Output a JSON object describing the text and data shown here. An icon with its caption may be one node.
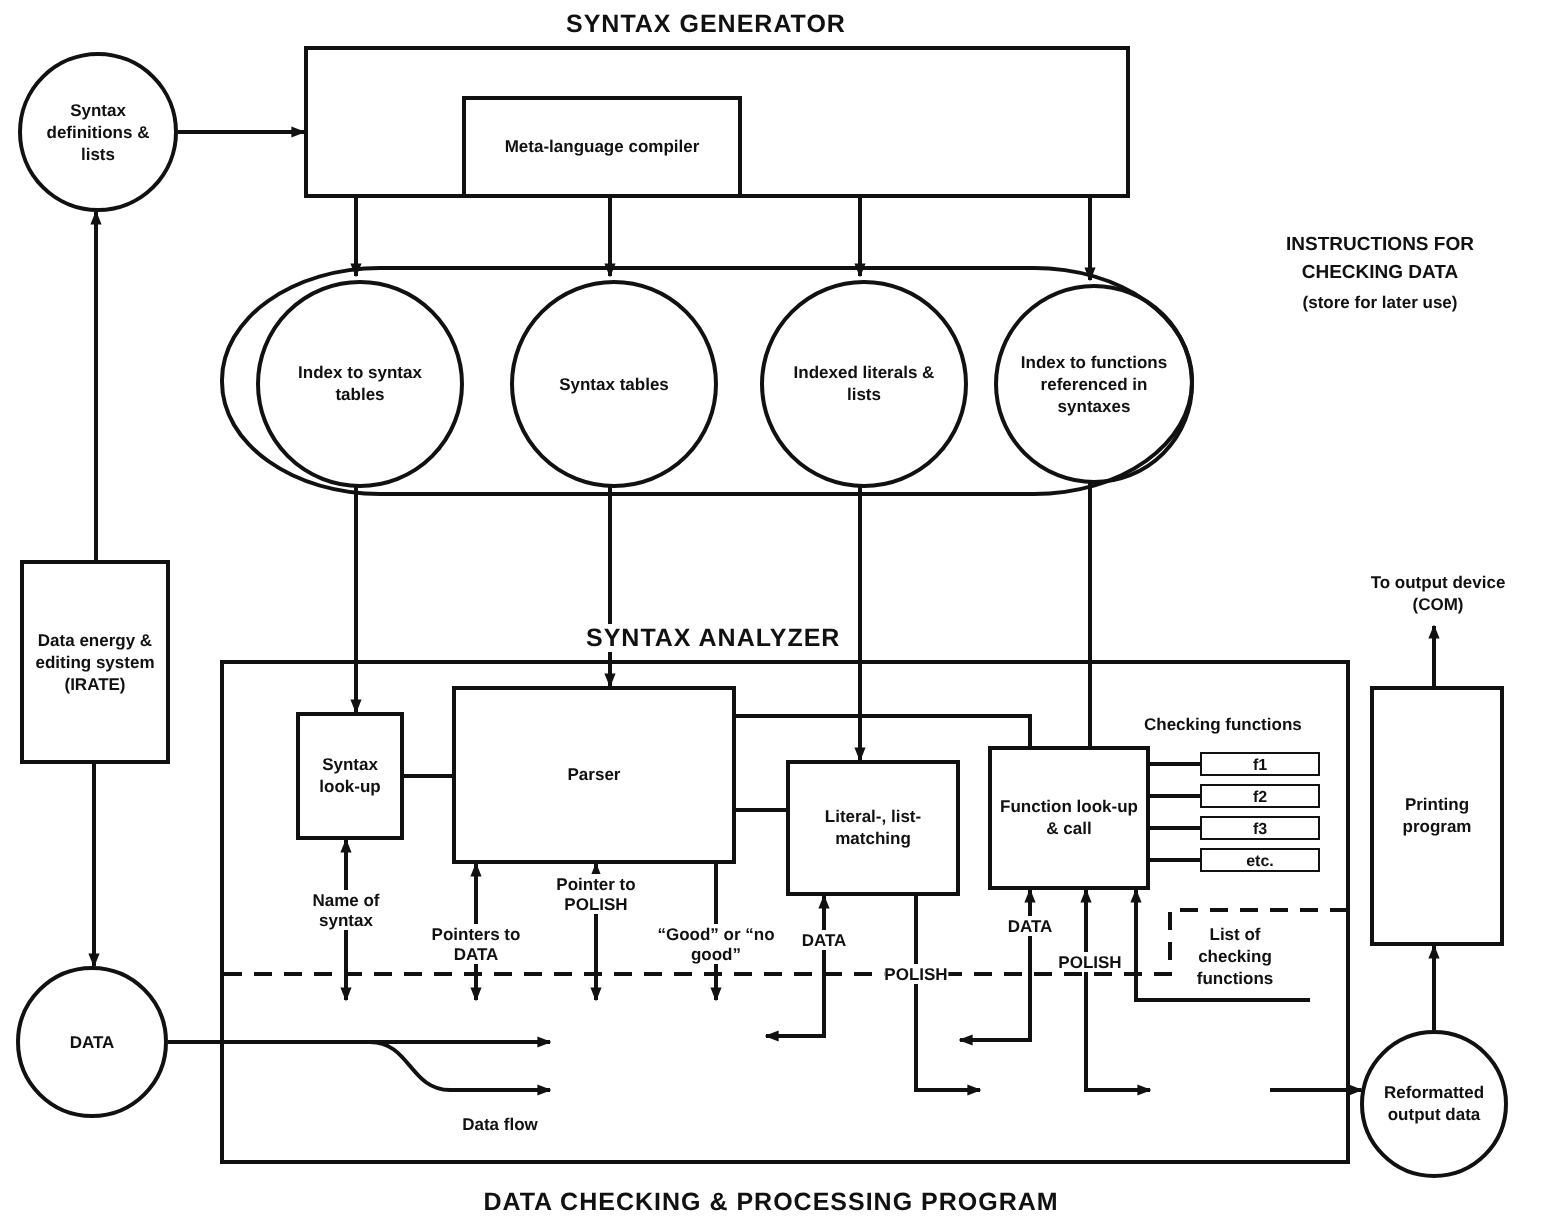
{
  "diagram": {
    "caption": "DATA CHECKING & PROCESSING PROGRAM",
    "nodes": [
      {
        "text": [
          "SYNTAX GENERATOR"
        ]
      },
      {
        "text": [
          "Meta-language compiler"
        ],
        "in": 0
      },
      {
        "text": [
          "Syntax definitions & lists"
        ]
      },
      {
        "text": [],
        "shape": "oval",
        "beside": [
          "INSTRUCTIONS FOR CHECKING DATA",
          "(store for later use)"
        ]
      },
      {
        "text": [
          "Index to syntax tables"
        ],
        "in": 3
      },
      {
        "text": [
          "Syntax tables"
        ],
        "in": 3
      },
      {
        "text": [
          "Indexed literals & lists"
        ],
        "in": 3
      },
      {
        "text": [
          "Index to functions referenced in syntaxes"
        ],
        "in": 3
      },
      {
        "text": [
          "Data energy & editing system (IRATE)"
        ]
      },
      {
        "text": [
          "DATA"
        ]
      },
      {
        "text": [
          "SYNTAX ANALYZER"
        ]
      },
      {
        "text": [
          "Syntax look-up"
        ],
        "in": 10
      },
      {
        "text": [
          "Parser"
        ],
        "in": 10
      },
      {
        "text": [
          "Literal-, list-matching"
        ],
        "in": 10
      },
      {
        "text": [
          "Function look-up & call"
        ],
        "in": 10
      },
      {
        "text": [
          "f1"
        ],
        "in": 10
      },
      {
        "text": [
          "f2"
        ],
        "in": 10
      },
      {
        "text": [
          "f3"
        ],
        "in": 10
      },
      {
        "text": [
          "etc."
        ],
        "in": 10
      },
      {
        "text": [
          "Printing program"
        ]
      },
      {
        "text": [
          "Reformatted output data"
        ]
      },
      {
        "text": [
          "To output device (COM)"
        ]
      }
    ],
    "edges": [
      {
        "from": 8,
        "to": 2,
        "arrow": "to"
      },
      {
        "from": 2,
        "to": 0,
        "arrow": "to"
      },
      {
        "from": 0,
        "to": 4,
        "arrow": "to"
      },
      {
        "from": 0,
        "to": 5,
        "arrow": "to"
      },
      {
        "from": 0,
        "to": 6,
        "arrow": "to"
      },
      {
        "from": 0,
        "to": 7,
        "arrow": "to"
      },
      {
        "from": 4,
        "to": 11,
        "arrow": "to"
      },
      {
        "from": 5,
        "to": 12,
        "arrow": "to"
      },
      {
        "from": 6,
        "to": 13,
        "arrow": "to"
      },
      {
        "from": 7,
        "to": 14,
        "arrow": "none"
      },
      {
        "from": 8,
        "to": 9,
        "arrow": "to"
      },
      {
        "from": 9,
        "to": null,
        "arrow": "to"
      },
      {
        "from": 9,
        "to": null,
        "arrow": "to",
        "label": "Data flow"
      },
      {
        "from": 11,
        "to": 12,
        "arrow": "none"
      },
      {
        "from": 12,
        "to": 13,
        "arrow": "none"
      },
      {
        "from": 12,
        "to": 14,
        "arrow": "none"
      },
      {
        "from": 14,
        "to": 15,
        "arrow": "none"
      },
      {
        "from": 14,
        "to": 16,
        "arrow": "none"
      },
      {
        "from": 14,
        "to": 17,
        "arrow": "none"
      },
      {
        "from": 14,
        "to": 18,
        "arrow": "none"
      },
      {
        "from": null,
        "to": 11,
        "arrow": "both",
        "label": "Name of syntax"
      },
      {
        "from": 12,
        "to": null,
        "arrow": "both",
        "label": "Pointers to DATA"
      },
      {
        "from": 12,
        "to": null,
        "arrow": "both",
        "label": "Pointer to POLISH"
      },
      {
        "from": 12,
        "to": null,
        "arrow": "to",
        "label": "“Good” or “no good”"
      },
      {
        "from": 13,
        "to": null,
        "arrow": "both",
        "label": "DATA"
      },
      {
        "from": 13,
        "to": null,
        "arrow": "to",
        "label": "POLISH"
      },
      {
        "from": 14,
        "to": null,
        "arrow": "both",
        "label": "DATA"
      },
      {
        "from": 14,
        "to": null,
        "arrow": "both",
        "label": "POLISH"
      },
      {
        "from": null,
        "to": 14,
        "arrow": "to"
      },
      {
        "from": null,
        "to": 20,
        "arrow": "to"
      },
      {
        "from": 20,
        "to": 19,
        "arrow": "to"
      },
      {
        "from": 19,
        "to": 21,
        "arrow": "to"
      }
    ],
    "labels": [
      "Checking functions",
      "List of checking functions"
    ]
  }
}
